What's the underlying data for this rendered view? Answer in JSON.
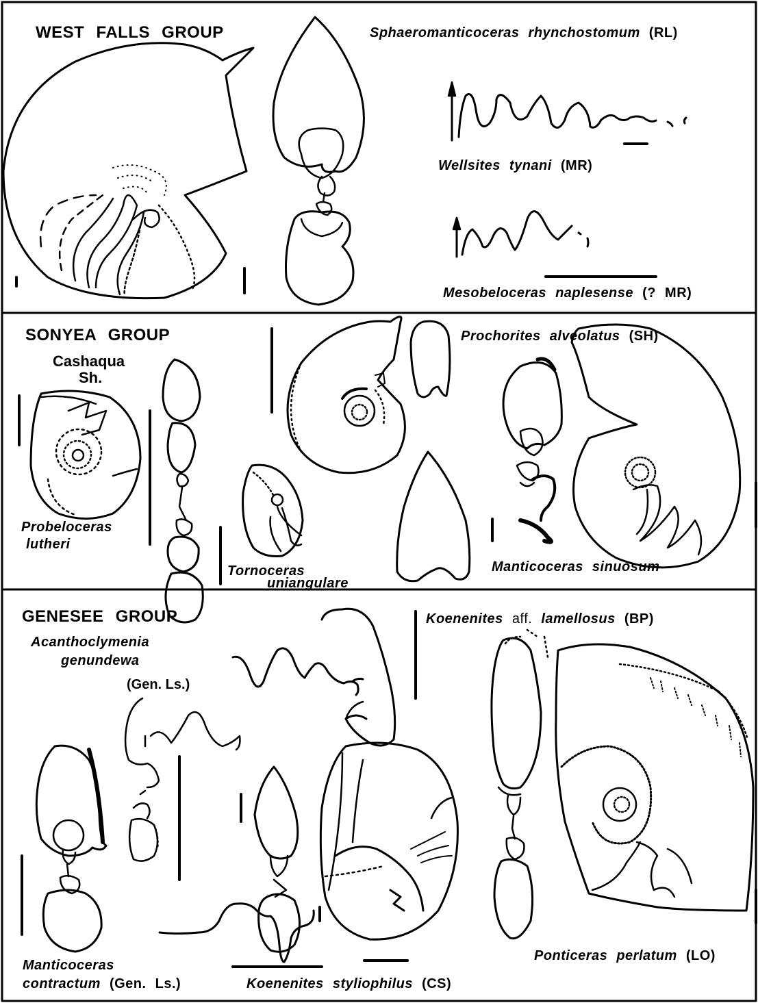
{
  "colors": {
    "ink": "#000000",
    "paper": "#ffffff"
  },
  "sections": {
    "west_falls": {
      "title": "WEST  FALLS  GROUP",
      "sphaeromanticoceras": {
        "genus": "Sphaeromanticoceras",
        "epithet": "rhynchostomum",
        "code": "(RL)"
      },
      "wellsites": {
        "genus": "Wellsites",
        "epithet": "tynani",
        "code": "(MR)"
      },
      "mesobeloceras": {
        "genus": "Mesobeloceras",
        "epithet": "naplesense",
        "code": "(? MR)"
      }
    },
    "sonyea": {
      "title": "SONYEA  GROUP",
      "unit_line1": "Cashaqua",
      "unit_line2": "Sh.",
      "prochorites": {
        "genus": "Prochorites",
        "epithet": "alveolatus",
        "code": "(SH)"
      },
      "probeloceras": {
        "genus": "Probeloceras",
        "epithet": "lutheri"
      },
      "tornoceras": {
        "genus": "Tornoceras",
        "epithet": "uniangulare"
      },
      "manticoceras_sinuosum": {
        "genus": "Manticoceras",
        "epithet": "sinuosum"
      }
    },
    "genesee": {
      "title": "GENESEE  GROUP",
      "acanthoclymenia": {
        "genus": "Acanthoclymenia",
        "epithet": "genundewa",
        "unit": "(Gen.  Ls.)"
      },
      "koenenites_lamellosus": {
        "genus": "Koenenites",
        "aff": "aff.",
        "epithet": "lamellosus",
        "code": "(BP)"
      },
      "manticoceras_contractum": {
        "genus": "Manticoceras",
        "epithet": "contractum",
        "unit": "(Gen.  Ls.)"
      },
      "koenenites_styliophilus": {
        "genus": "Koenenites",
        "epithet": "styliophilus",
        "code": "(CS)"
      },
      "ponticeras": {
        "genus": "Ponticeras",
        "epithet": "perlatum",
        "code": "(LO)"
      }
    }
  }
}
